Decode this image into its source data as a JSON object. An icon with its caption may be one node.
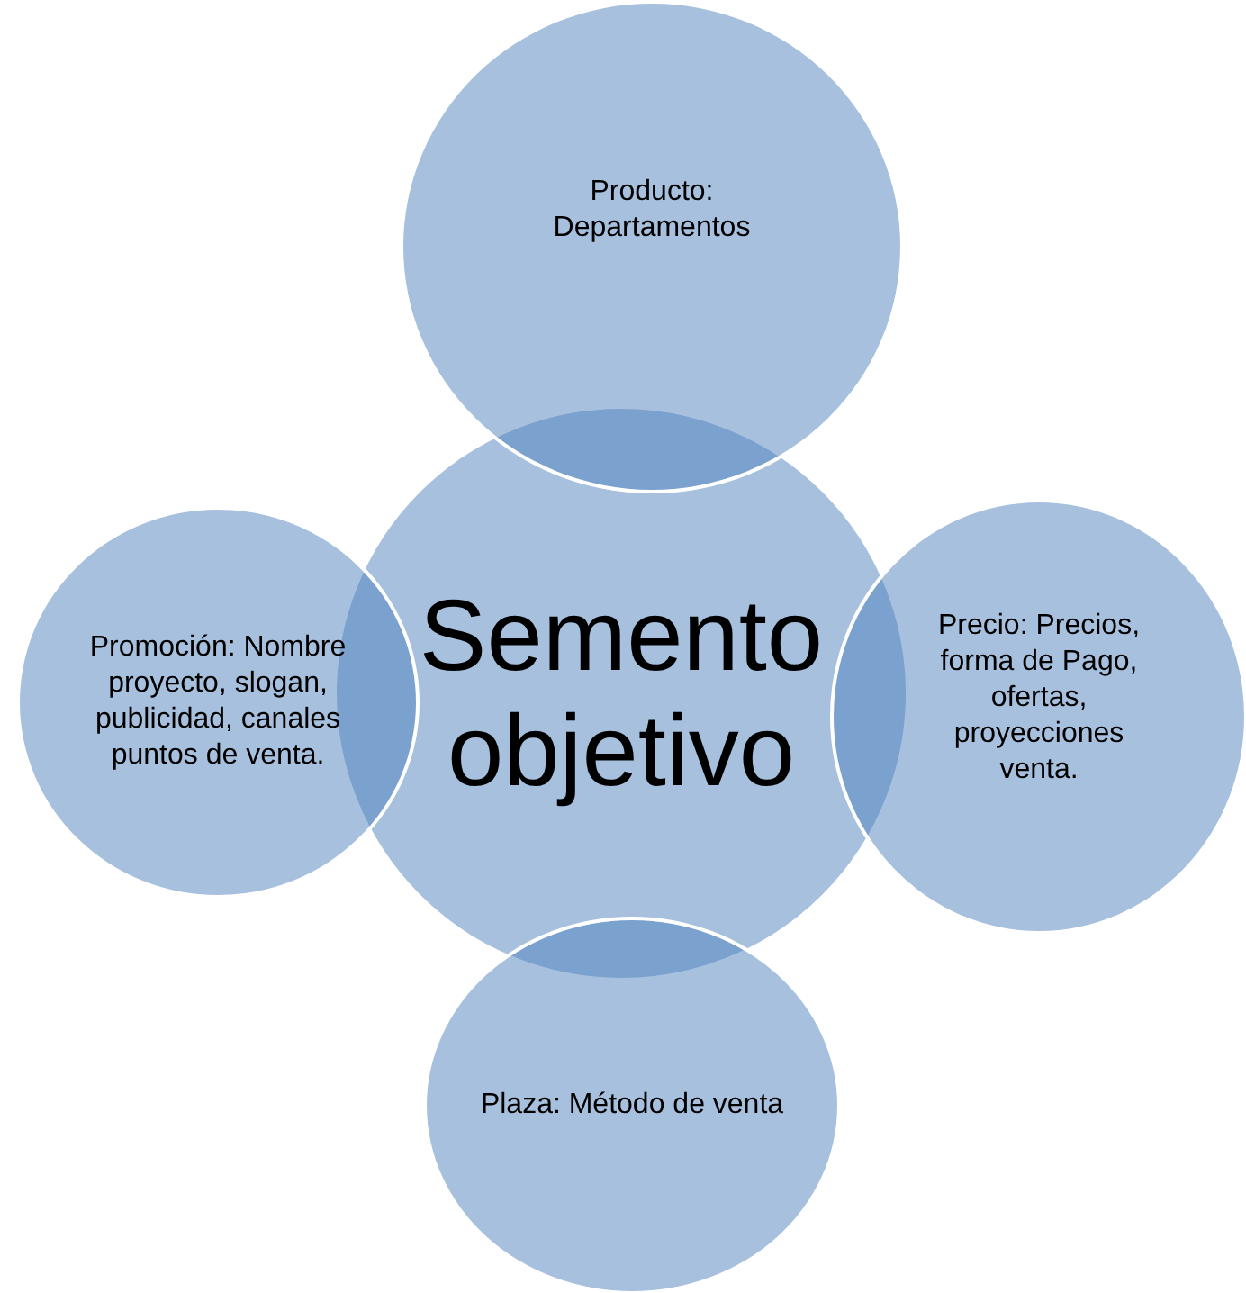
{
  "diagram": {
    "nodes": [
      {
        "text": [
          "Producto: Departamentos"
        ]
      },
      {
        "text": [
          "Promoción: Nombre proyecto, slogan, publicidad, canales puntos de venta."
        ]
      },
      {
        "text": [
          "Semento objetivo"
        ]
      },
      {
        "text": [
          "Precio: Precios, forma de Pago, ofertas, proyecciones venta."
        ]
      },
      {
        "text": [
          "Plaza: Método de venta"
        ]
      }
    ]
  }
}
